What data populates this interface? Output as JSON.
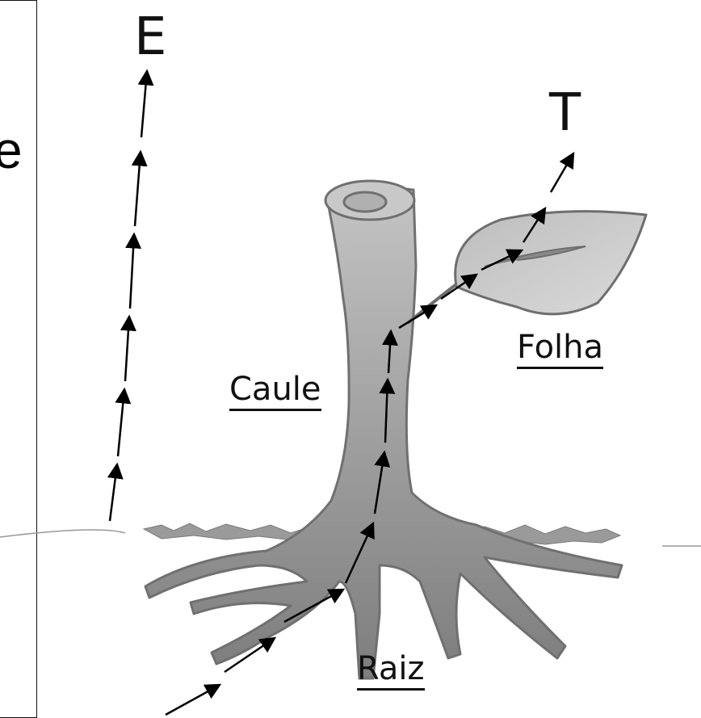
{
  "letters": {
    "evaporation": "E",
    "transpiration": "T"
  },
  "labels": {
    "stem": "Caule",
    "leaf": "Folha",
    "root": "Raiz"
  },
  "cut_off_text": "e",
  "colors": {
    "plant_fill": "#8c8c8c",
    "plant_outline": "#6e6e6e",
    "arrow": "#000000"
  }
}
